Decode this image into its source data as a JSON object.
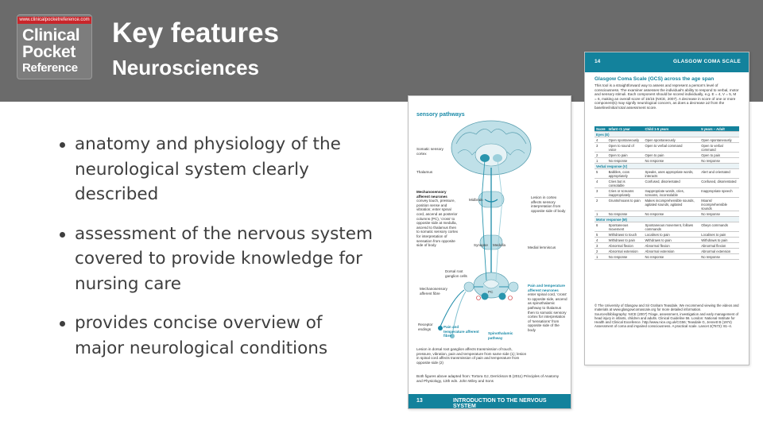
{
  "logo": {
    "url": "www.clinicalpocketreference.com",
    "word1": "Clinical",
    "word2": "Pocket",
    "word3": "Reference"
  },
  "header": {
    "title": "Key features",
    "subtitle": "Neurosciences"
  },
  "bullets": [
    "anatomy and physiology of the neurological system clearly described",
    "assessment of the nervous system covered to provide knowledge for nursing care",
    "provides concise overview of major neurological conditions"
  ],
  "sensory_page": {
    "title": "sensory pathways",
    "labels": {
      "somatic_cortex": "Somatic sensory cortex",
      "thalamus": "Thalamus",
      "midbrain": "Midbrain",
      "lesion_cortex": "Lesion in cortex affects sensory interpretation from opposite side of body",
      "mechano_neurones": "Mechanosensory afferent neurones",
      "mechano_text": "convey touch, pressure, position sense and vibration; enter spinal cord, ascend as posterior columns (PC), 'cross' to opposite side at medulla, ascend to thalamus then to somatic sensory cortex for interpretation of sensation from opposite side of body",
      "synapse": "Synapse",
      "medulla": "Medulla",
      "medial_lemniscus": "Medial lemniscus",
      "dorsal_root": "Dorsal root ganglion cells",
      "mechano_fibre": "Mechanosensory afferent fibre",
      "pain_neurones": "Pain and temperature afferent neurones",
      "pain_text": "enter spinal cord, 'cross' to opposite side, ascend as spinothalamic pathway to thalamus then to somatic sensory cortex for interpretation of 'sensations' from opposite side of the body",
      "receptor": "Receptor endings",
      "pain_fibre": "Pain and temperature afferent fibre",
      "spinothalamic": "Spinothalamic pathway",
      "pc": "PC",
      "lesion_note": "Lesion in dorsal root ganglion affects transmission of touch, pressure, vibration, pain and temperature from same side (1); lesion in spinal cord affects transmission of pain and temperature from opposite side (2)",
      "adapted": "Both figures above adapted from: Tortora GJ, Derrickson B (2011) Principles of Anatomy and Physiology, 13th edn. John Wiley and Sons"
    },
    "footer_num": "13",
    "footer_text": "INTRODUCTION TO THE NERVOUS SYSTEM"
  },
  "gcs_page": {
    "page_num": "14",
    "header": "GLASGOW COMA SCALE",
    "title": "Glasgow Coma Scale (GCS) across the age span",
    "intro": "This tool is a straightforward way to assess and represent a person's level of consciousness. The examiner assesses the individual's ability to respond to verbal, motor and sensory stimuli. Each component should be scored individually, e.g. E = 4, V = 5, M = 6, making an overall score of 15/15 (NICE, 2007). A decrease in score of one or more component(s) may signify neurological concern, as does a decrease ≥2 from the baseline/initial total assessment score.",
    "columns": [
      "Score",
      "Infant <1 year",
      "Child 1-5 years",
      "5 years – Adult"
    ],
    "sections": [
      {
        "name": "Eyes (E)",
        "rows": [
          [
            "4",
            "Open spontaneously",
            "Open spontaneously",
            "Open spontaneously"
          ],
          [
            "3",
            "Open to sound of voice",
            "Open to verbal command",
            "Open to verbal command"
          ],
          [
            "2",
            "Open to pain",
            "Open to pain",
            "Open to pain"
          ],
          [
            "1",
            "No response",
            "No response",
            "No response"
          ]
        ]
      },
      {
        "name": "Verbal response (V)",
        "rows": [
          [
            "5",
            "Babbles, coos appropriately",
            "Speaks, uses appropriate words, interacts",
            "Alert and orientated"
          ],
          [
            "4",
            "Cries but is consolable",
            "Confused, disorientated",
            "Confused, disorientated"
          ],
          [
            "3",
            "Cries or screams inappropriately",
            "Inappropriate words, cries, screams, inconsolable",
            "Inappropriate speech"
          ],
          [
            "2",
            "Grunts/moans to pain",
            "Makes incomprehensible sounds, agitated sounds, agitated",
            "Moans/ incomprehensible sounds"
          ],
          [
            "1",
            "No response",
            "No response",
            "No response"
          ]
        ]
      },
      {
        "name": "Motor response (M)",
        "rows": [
          [
            "6",
            "Spontaneous movement",
            "Spontaneous movement, follows commands",
            "Obeys commands"
          ],
          [
            "5",
            "Withdraws to touch",
            "Localises to pain",
            "Localises to pain"
          ],
          [
            "4",
            "Withdraws to pain",
            "Withdraws to pain",
            "Withdraws to pain"
          ],
          [
            "3",
            "Abnormal flexion",
            "Abnormal flexion",
            "Abnormal flexion"
          ],
          [
            "2",
            "Abnormal extension",
            "Abnormal extension",
            "Abnormal extension"
          ],
          [
            "1",
            "No response",
            "No response",
            "No response"
          ]
        ]
      }
    ],
    "copyright": "© The University of Glasgow and Sir Graham Teasdale. We recommend viewing the videos and materials at www.glasgowcomascale.org for more detailed information.",
    "sources": "Sources/bibliography: NICE (2007) Triage, assessment, investigation and early management of head injury in infants, children and adults. Clinical Guideline 56. London: National Institute for Health and Clinical Excellence. http://www.nice.org.uk/CG56; Teasdale G, Jennett B (1974) Assessment of coma and impaired consciousness. A practical scale. Lancet 2(7872): 81–4."
  }
}
